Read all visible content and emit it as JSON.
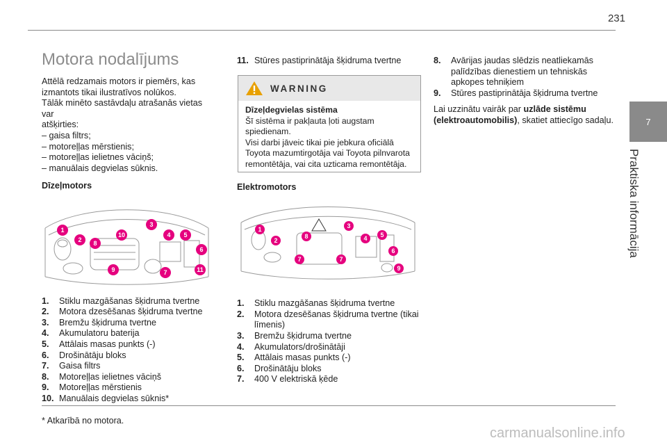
{
  "page_number": "231",
  "side_tab": {
    "chapter_number": "7",
    "chapter_title": "Praktiska informācija"
  },
  "left": {
    "title": "Motora nodalījums",
    "intro": [
      "Attēlā redzamais motors ir piemērs, kas",
      "izmantots tikai ilustratīvos nolūkos.",
      "Tālāk minēto sastāvdaļu atrašanās vietas var",
      "atšķirties:",
      "– gaisa filtrs;",
      "– motoreļļas mērstienis;",
      "– motoreļļas ielietnes vāciņš;",
      "– manuālais degvielas sūknis."
    ],
    "diesel_heading": "Dīzeļmotors",
    "diesel_callouts": [
      "1",
      "2",
      "8",
      "10",
      "3",
      "4",
      "5",
      "6",
      "9",
      "7",
      "11"
    ],
    "items": [
      {
        "n": "1.",
        "t": "Stiklu mazgāšanas šķidruma tvertne"
      },
      {
        "n": "2.",
        "t": "Motora dzesēšanas šķidruma tvertne"
      },
      {
        "n": "3.",
        "t": "Bremžu šķidruma tvertne"
      },
      {
        "n": "4.",
        "t": "Akumulatoru baterija"
      },
      {
        "n": "5.",
        "t": "Attālais masas punkts (-)"
      },
      {
        "n": "6.",
        "t": "Drošinātāju bloks"
      },
      {
        "n": "7.",
        "t": "Gaisa filtrs"
      },
      {
        "n": "8.",
        "t": "Motoreļļas ielietnes vāciņš"
      },
      {
        "n": "9.",
        "t": "Motoreļļas mērstienis"
      },
      {
        "n": "10.",
        "t": "Manuālais degvielas sūknis*"
      }
    ]
  },
  "middle": {
    "item11": {
      "n": "11.",
      "t": "Stūres pastiprinātāja šķidruma tvertne"
    },
    "warning": {
      "title": "WARNING",
      "bold_line": "Dīzeļdegvielas sistēma",
      "lines": [
        "Šī sistēma ir pakļauta ļoti augstam",
        "spiedienam.",
        "Visi darbi jāveic tikai pie jebkura oficiālā",
        "Toyota mazumtirgotāja vai Toyota pilnvarota",
        "remontētāja, vai cita uzticama remontētāja."
      ]
    },
    "electric_heading": "Elektromotors",
    "electric_callouts": [
      "1",
      "2",
      "8",
      "3",
      "4",
      "5",
      "6",
      "7",
      "7",
      "9"
    ],
    "items": [
      {
        "n": "1.",
        "t": "Stiklu mazgāšanas šķidruma tvertne"
      },
      {
        "n": "2.",
        "t": "Motora dzesēšanas šķidruma tvertne (tikai līmenis)"
      },
      {
        "n": "3.",
        "t": "Bremžu šķidruma tvertne"
      },
      {
        "n": "4.",
        "t": "Akumulators/drošinātāji"
      },
      {
        "n": "5.",
        "t": "Attālais masas punkts (-)"
      },
      {
        "n": "6.",
        "t": "Drošinātāju bloks"
      },
      {
        "n": "7.",
        "t": "400 V elektriskā ķēde"
      }
    ]
  },
  "right": {
    "items": [
      {
        "n": "8.",
        "t": "Avārijas jaudas slēdzis neatliekamās palīdzības dienestiem un tehniskās apkopes tehniķiem"
      },
      {
        "n": "9.",
        "t": "Stūres pastiprinātāja šķidruma tvertne"
      }
    ],
    "info_prefix": "Lai uzzinātu vairāk par ",
    "info_bold": "uzlāde sistēmu (elektroautomobilis)",
    "info_suffix": ", skatiet attiecīgo sadaļu."
  },
  "footnote": "* Atkarībā no motora.",
  "watermark": "carmanualsonline.info",
  "colors": {
    "callout": "#e5007e",
    "heading_gray": "#8c8c8c",
    "tab_gray": "#8a8a8a"
  }
}
